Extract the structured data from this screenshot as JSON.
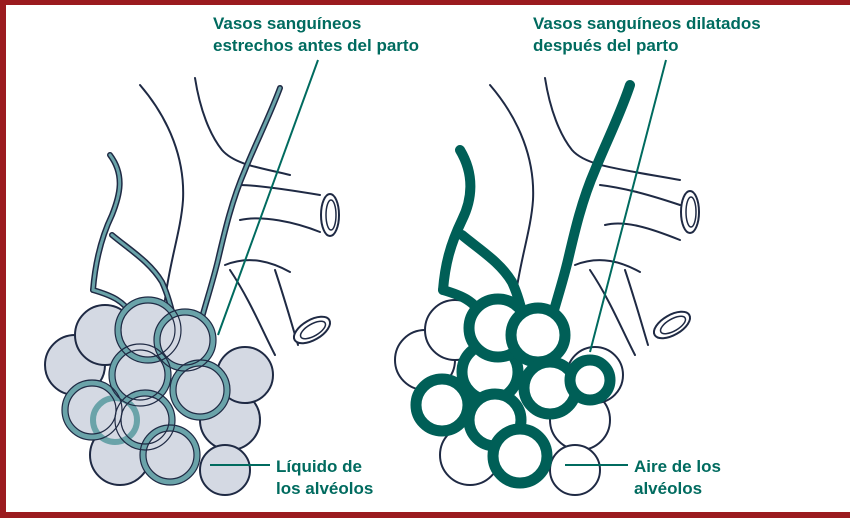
{
  "colors": {
    "frame": "#9b1b1f",
    "vessel_light": "#6aa3a9",
    "vessel_dark": "#005f57",
    "fluid": "#d4d9e3",
    "outline": "#1f2a44",
    "label": "#006b5f"
  },
  "labels": {
    "narrow_vessels": [
      "Vasos sanguíneos",
      "estrechos antes del parto"
    ],
    "dilated_vessels": [
      "Vasos sanguíneos dilatados",
      "después del parto"
    ],
    "alveolar_fluid": [
      "Líquido de",
      "los alvéolos"
    ],
    "alveolar_air": [
      "Aire de los",
      "alvéolos"
    ]
  }
}
